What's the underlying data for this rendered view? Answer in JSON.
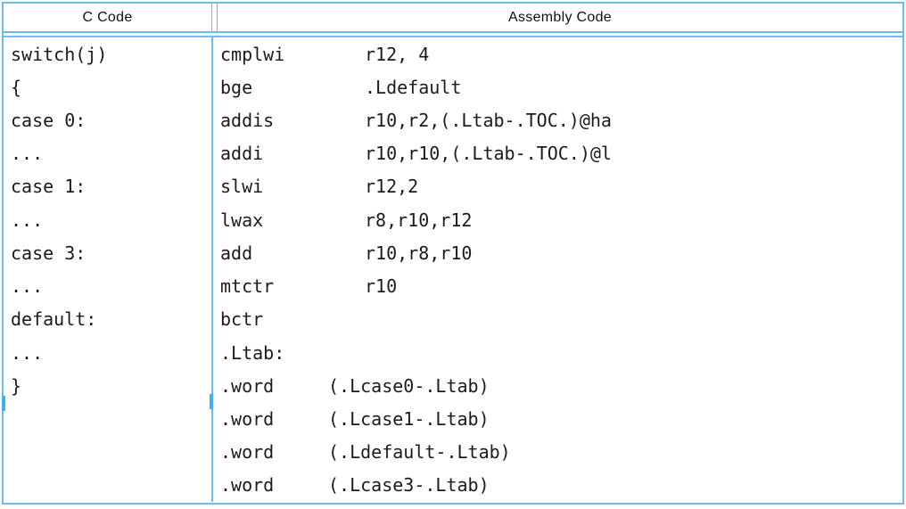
{
  "table": {
    "headers": {
      "c": "C Code",
      "asm": "Assembly Code"
    },
    "rows": [
      {
        "c": "switch(j)",
        "op": "cmplwi",
        "args": "r12, 4"
      },
      {
        "c": "{",
        "op": "bge",
        "args": ".Ldefault"
      },
      {
        "c": "case 0:",
        "op": "addis",
        "args": "r10,r2,(.Ltab-.TOC.)@ha"
      },
      {
        "c": "...",
        "op": "addi",
        "args": "r10,r10,(.Ltab-.TOC.)@l"
      },
      {
        "c": "case 1:",
        "op": "slwi",
        "args": "r12,2"
      },
      {
        "c": "...",
        "op": "lwax",
        "args": "r8,r10,r12"
      },
      {
        "c": "case 3:",
        "op": "add",
        "args": "r10,r8,r10"
      },
      {
        "c": "...",
        "op": "mtctr",
        "args": "r10"
      },
      {
        "c": "default:",
        "op": "bctr",
        "args": ""
      },
      {
        "c": "...",
        "op": ".Ltab:",
        "args": ""
      },
      {
        "c": "}",
        "op": ".word",
        "args": "(.Lcase0-.Ltab)"
      },
      {
        "c": "",
        "op": ".word",
        "args": "(.Lcase1-.Ltab)"
      },
      {
        "c": "",
        "op": ".word",
        "args": "(.Ldefault-.Ltab)"
      },
      {
        "c": "",
        "op": ".word",
        "args": "(.Lcase3-.Ltab)"
      }
    ],
    "colors": {
      "border": "#6bbcf0",
      "notch": "#3db2f2",
      "text": "#1b1b1b"
    }
  }
}
